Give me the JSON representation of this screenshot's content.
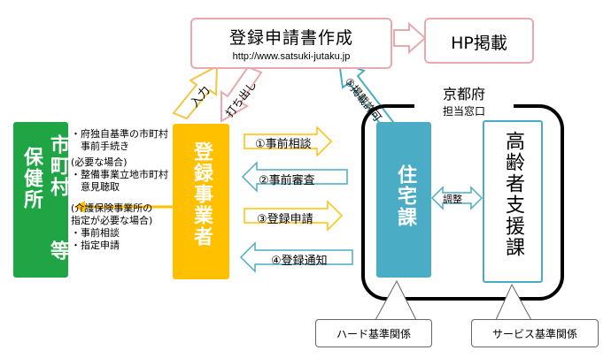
{
  "top": {
    "form_title": "登録申請書作成",
    "url": "http://www.satsuki-jutaku.jp",
    "hp_label": "HP掲載"
  },
  "arrows": {
    "input": "入力",
    "print": "打ち出し",
    "permit": "⑤掲載許可",
    "step1": "①事前相談",
    "step2": "②事前審査",
    "step3": "③登録申請",
    "step4": "④登録通知",
    "adjust": "調整"
  },
  "left": {
    "municipality_col1": "市町村",
    "municipality_col2": "保健所",
    "etc": "等",
    "notes": [
      "・府独自基準の市町村",
      "　事前手続き",
      "(必要な場合)",
      "・整備事業立地市町村",
      "　意見聴取",
      "(介護保険事業所の",
      "指定が必要な場合)",
      "・事前相談",
      "・指定申請"
    ]
  },
  "registrant": "登録事業者",
  "prefecture": {
    "name": "京都府",
    "window": "担当窓口",
    "housing": "住宅課",
    "elderly": "高齢者支援課"
  },
  "callouts": {
    "hard": "ハード基準関係",
    "service": "サービス基準関係"
  },
  "colors": {
    "green": "#1fa544",
    "orange": "#ffc000",
    "teal": "#4bacc6",
    "pink": "#e9a9ad"
  }
}
